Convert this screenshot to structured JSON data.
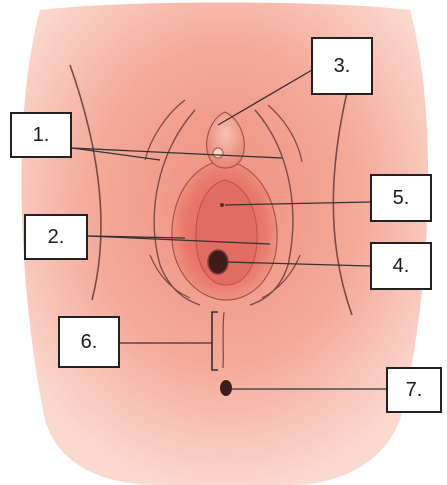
{
  "diagram": {
    "labels": [
      {
        "id": "1",
        "text": "1."
      },
      {
        "id": "2",
        "text": "2."
      },
      {
        "id": "3",
        "text": "3."
      },
      {
        "id": "4",
        "text": "4."
      },
      {
        "id": "5",
        "text": "5."
      },
      {
        "id": "6",
        "text": "6."
      },
      {
        "id": "7",
        "text": "7."
      }
    ]
  },
  "colors": {
    "skin_outer": "#f6b6a8",
    "skin_inner": "#ee8f80",
    "tissue": "#e97a6c",
    "tissue_deep": "#d85c56",
    "outline": "#7a4a45",
    "leader_line": "#333333",
    "box_border": "#222222"
  }
}
